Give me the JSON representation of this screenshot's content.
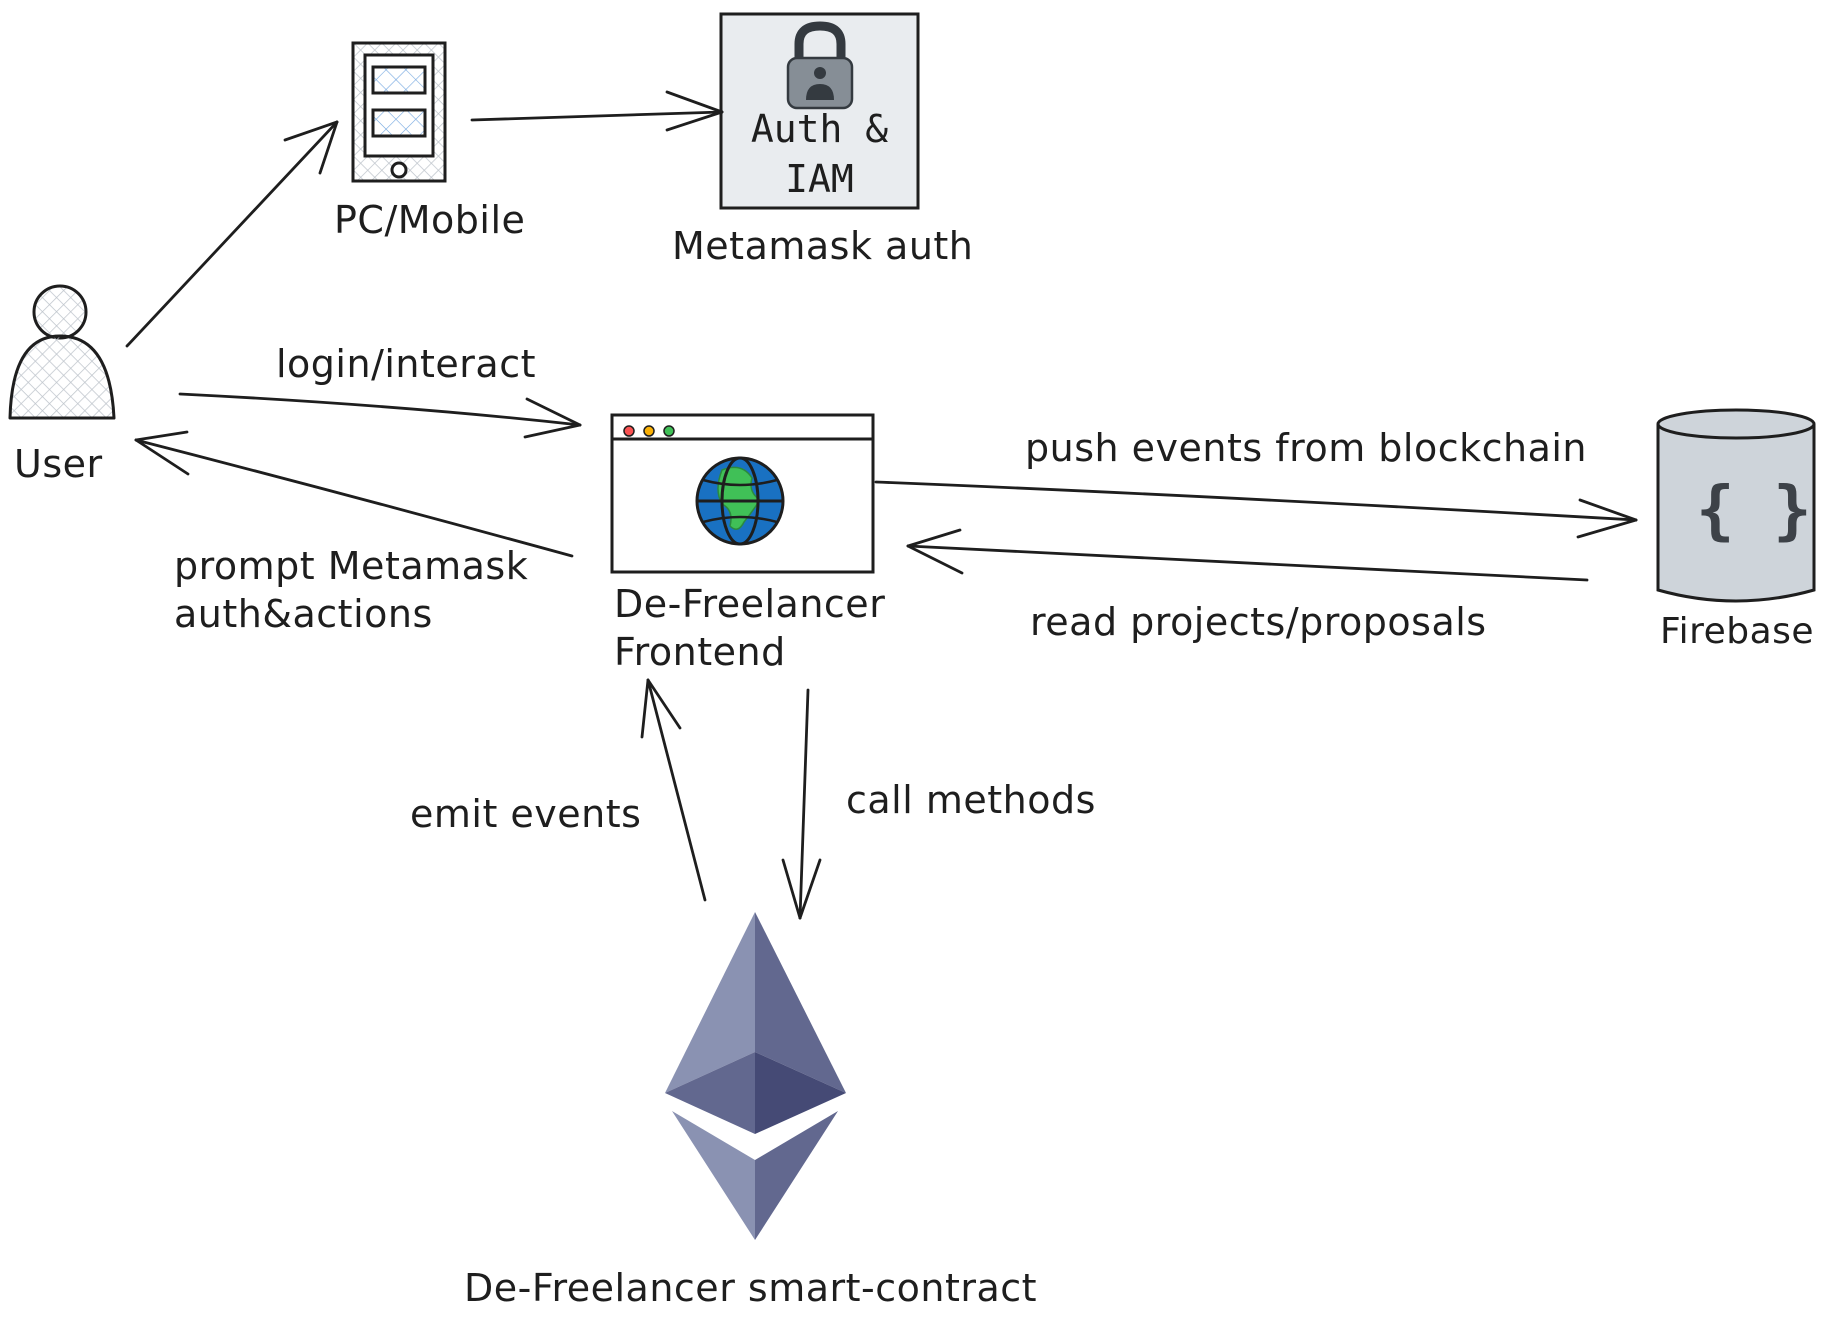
{
  "nodes": {
    "user": {
      "label": "User"
    },
    "device": {
      "label": "PC/Mobile"
    },
    "auth": {
      "box_line1": "Auth &",
      "box_line2": "IAM",
      "label": "Metamask auth"
    },
    "frontend": {
      "label_line1": "De-Freelancer",
      "label_line2": "Frontend"
    },
    "firebase": {
      "label": "Firebase",
      "icon_text": "{ }"
    },
    "contract": {
      "label": "De-Freelancer smart-contract"
    }
  },
  "edges": {
    "login": {
      "label": "login/interact"
    },
    "prompt": {
      "label_line1": "prompt Metamask",
      "label_line2": "auth&actions"
    },
    "push": {
      "label": "push events from blockchain"
    },
    "read": {
      "label": "read projects/proposals"
    },
    "emit": {
      "label": "emit events"
    },
    "call": {
      "label": "call methods"
    }
  },
  "colors": {
    "stroke": "#1e1e1e",
    "hatch": "#bfc5cc",
    "auth_fill": "#e9ecef",
    "lock_fill": "#868e96",
    "firebase_fill": "#ced4da",
    "braces": "#3d4248",
    "eth_light": "#8a92b2",
    "eth_mid": "#62688f",
    "eth_dark": "#454a75",
    "globe_ocean": "#1971c2",
    "globe_land": "#40c057",
    "dot_red": "#fa5252",
    "dot_yellow": "#fab005",
    "dot_green": "#40c057"
  },
  "icons": [
    "user-icon",
    "device-icon",
    "lock-icon",
    "browser-window-icon",
    "globe-icon",
    "database-icon",
    "ethereum-icon"
  ]
}
